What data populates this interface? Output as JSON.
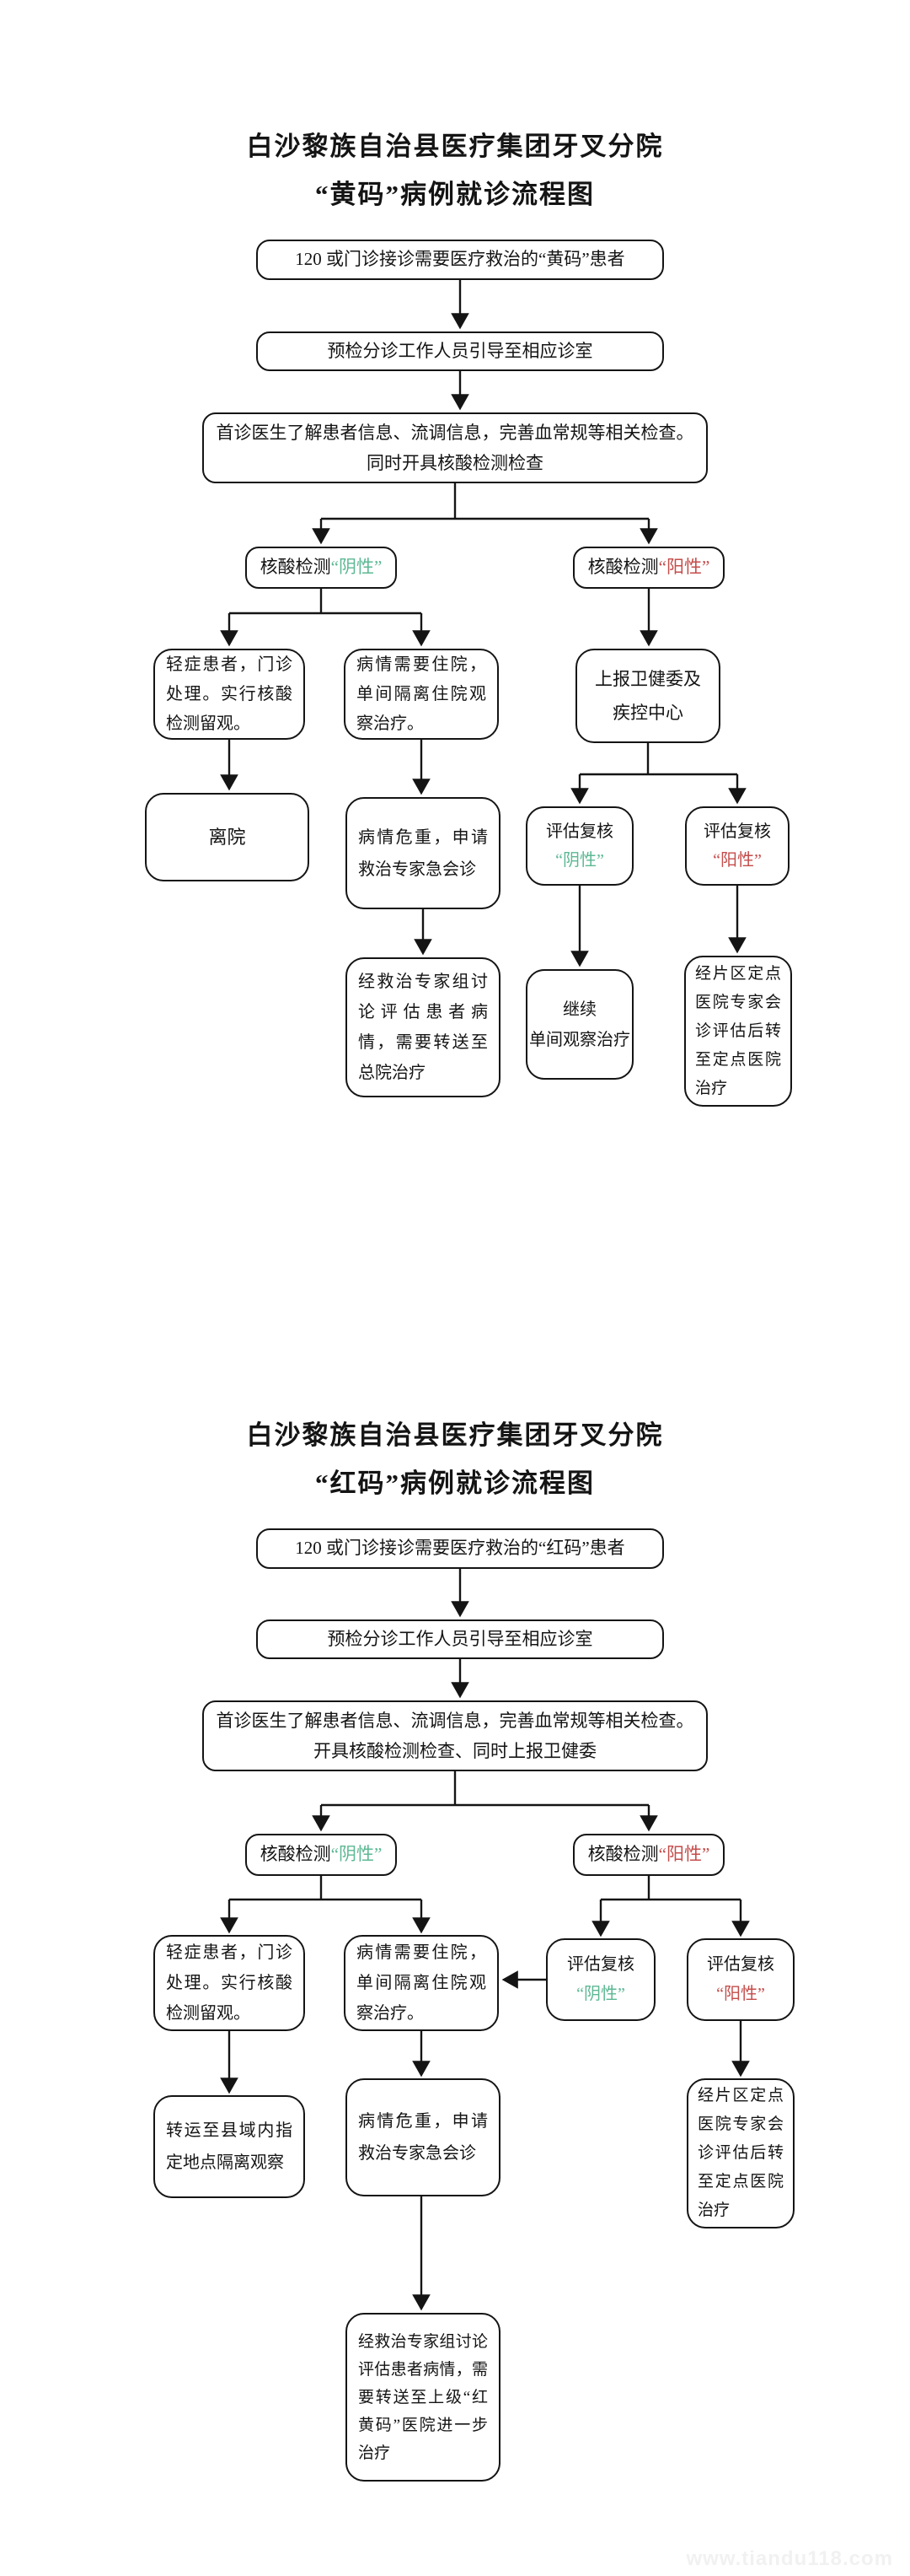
{
  "colors": {
    "negative": "#5cb893",
    "positive": "#c44d4b",
    "line": "#141414"
  },
  "watermark": "www.tiandu118.com",
  "charts": [
    {
      "id": "yellow-code",
      "title_line1": "白沙黎族自治县医疗集团牙叉分院",
      "title_line2": "“黄码”病例就诊流程图",
      "nodes": {
        "intake": "120 或门诊接诊需要医疗救治的“黄码”患者",
        "triage": "预检分诊工作人员引导至相应诊室",
        "doctor_line1": "首诊医生了解患者信息、流调信息，完善血常规等相关检查。",
        "doctor_line2": "同时开具核酸检测检查",
        "nat_label": "核酸检测",
        "negative": "“阴性”",
        "positive": "“阳性”",
        "mild": "轻症患者，门诊处理。实行核酸检测留观。",
        "hospitalize": "病情需要住院，单间隔离住院观察治疗。",
        "report_line1": "上报卫健委及",
        "report_line2": "疾控中心",
        "discharge": "离院",
        "critical": "病情危重，申请救治专家急会诊",
        "review_label": "评估复核",
        "expert_transfer": "经救治专家组讨论评估患者病情，需要转送至总院治疗",
        "continue_line1": "继续",
        "continue_line2": "单间观察治疗",
        "district_transfer": "经片区定点医院专家会诊评估后转至定点医院治疗"
      }
    },
    {
      "id": "red-code",
      "title_line1": "白沙黎族自治县医疗集团牙叉分院",
      "title_line2": "“红码”病例就诊流程图",
      "nodes": {
        "intake": "120 或门诊接诊需要医疗救治的“红码”患者",
        "triage": "预检分诊工作人员引导至相应诊室",
        "doctor_line1": "首诊医生了解患者信息、流调信息，完善血常规等相关检查。",
        "doctor_line2": "开具核酸检测检查、同时上报卫健委",
        "nat_label": "核酸检测",
        "negative": "“阴性”",
        "positive": "“阳性”",
        "mild": "轻症患者，门诊处理。实行核酸检测留观。",
        "hospitalize": "病情需要住院，单间隔离住院观察治疗。",
        "review_label": "评估复核",
        "transfer_isolation": "转运至县域内指定地点隔离观察",
        "critical": "病情危重，申请救治专家急会诊",
        "district_transfer": "经片区定点医院专家会诊评估后转至定点医院治疗",
        "expert_transfer": "经救治专家组讨论评估患者病情，需要转送至上级“红黄码”医院进一步治疗"
      }
    }
  ]
}
